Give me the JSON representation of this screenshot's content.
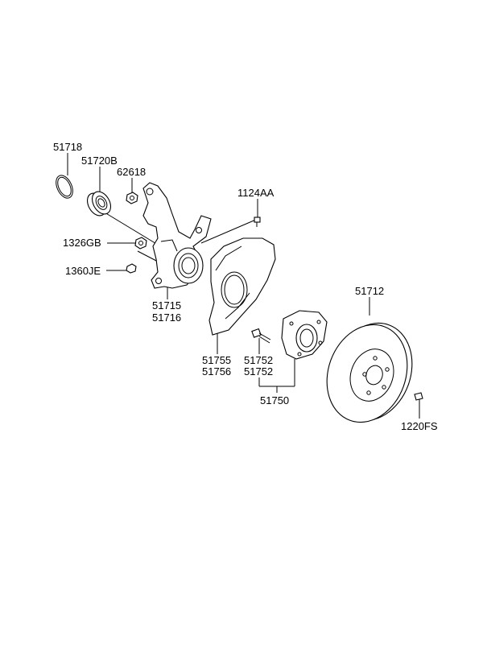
{
  "labels": {
    "p51718": "51718",
    "p51720b": "51720B",
    "p62618": "62618",
    "p1124aa": "1124AA",
    "p1326gb": "1326GB",
    "p1360je": "1360JE",
    "p51715": "51715",
    "p51716": "51716",
    "p51712": "51712",
    "p51755": "51755",
    "p51756": "51756",
    "p51752a": "51752",
    "p51752b": "51752",
    "p51750": "51750",
    "p1220fs": "1220FS"
  }
}
